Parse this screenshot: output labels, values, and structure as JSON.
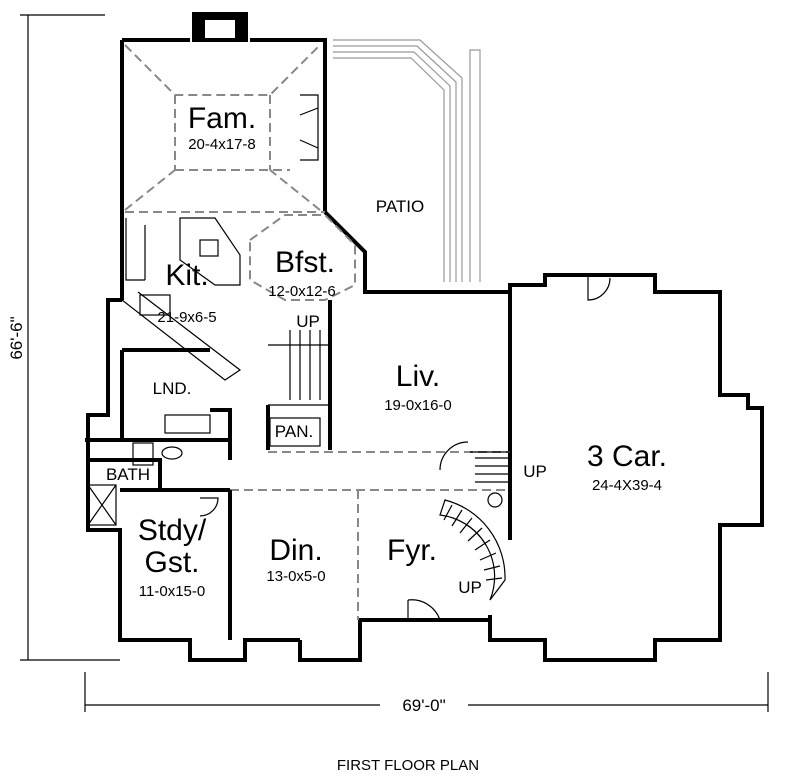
{
  "plan": {
    "title": "FIRST FLOOR PLAN",
    "overall_width": "69'-0\"",
    "overall_depth": "66'-6\""
  },
  "rooms": {
    "fam": {
      "name": "Fam.",
      "size": "20-4x17-8"
    },
    "kit": {
      "name": "Kit.",
      "size": "21-9x6-5"
    },
    "bfst": {
      "name": "Bfst.",
      "size": "12-0x12-6"
    },
    "liv": {
      "name": "Liv.",
      "size": "19-0x16-0"
    },
    "garage": {
      "name": "3 Car.",
      "size": "24-4X39-4"
    },
    "stdy": {
      "name_line1": "Stdy/",
      "name_line2": "Gst.",
      "size": "11-0x15-0"
    },
    "din": {
      "name": "Din.",
      "size": "13-0x5-0"
    },
    "fyr": {
      "name": "Fyr."
    }
  },
  "labels": {
    "patio": "PATIO",
    "lnd": "LND.",
    "bath": "BATH",
    "pan": "PAN.",
    "up_kitchen": "UP",
    "up_garage": "UP",
    "up_foyer": "UP"
  }
}
